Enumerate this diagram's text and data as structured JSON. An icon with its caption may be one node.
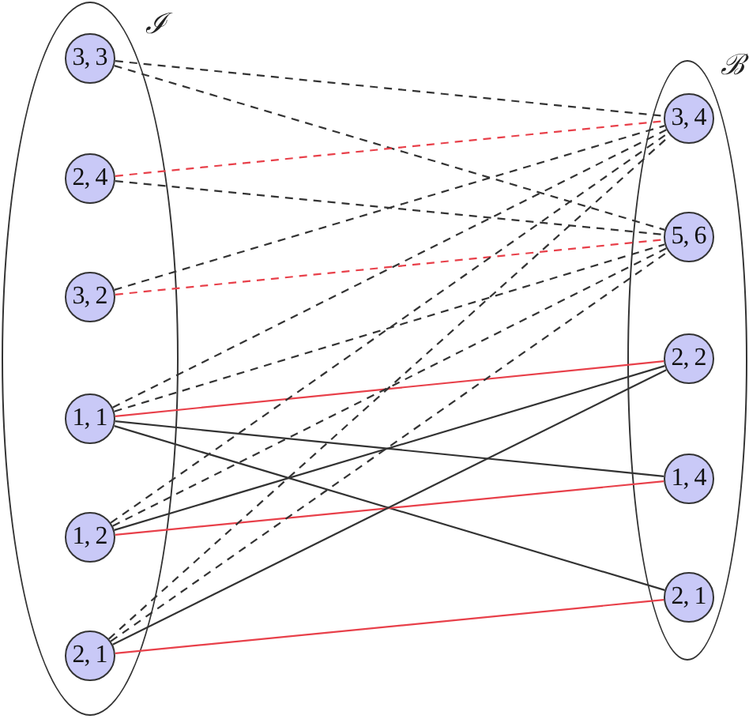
{
  "diagram": {
    "nodes": [
      {
        "text": [
          "ℐ"
        ]
      },
      {
        "text": [
          "3, 3"
        ],
        "in": 0
      },
      {
        "text": [
          "2, 4"
        ],
        "in": 0
      },
      {
        "text": [
          "3, 2"
        ],
        "in": 0
      },
      {
        "text": [
          "1, 1"
        ],
        "in": 0
      },
      {
        "text": [
          "1, 2"
        ],
        "in": 0
      },
      {
        "text": [
          "2, 1"
        ],
        "in": 0
      },
      {
        "text": [
          "ℬ"
        ]
      },
      {
        "text": [
          "3, 4"
        ],
        "in": 7
      },
      {
        "text": [
          "5, 6"
        ],
        "in": 7
      },
      {
        "text": [
          "2, 2"
        ],
        "in": 7
      },
      {
        "text": [
          "1, 4"
        ],
        "in": 7
      },
      {
        "text": [
          "2, 1"
        ],
        "in": 7
      }
    ],
    "edges": [
      {
        "from": 1,
        "to": 8,
        "arrow": "none",
        "style": "dashed"
      },
      {
        "from": 1,
        "to": 9,
        "arrow": "none",
        "style": "dashed"
      },
      {
        "from": 2,
        "to": 8,
        "arrow": "none",
        "style": "dashed",
        "color": "#e8404a"
      },
      {
        "from": 2,
        "to": 9,
        "arrow": "none",
        "style": "dashed"
      },
      {
        "from": 3,
        "to": 8,
        "arrow": "none",
        "style": "dashed"
      },
      {
        "from": 3,
        "to": 9,
        "arrow": "none",
        "style": "dashed",
        "color": "#e8404a"
      },
      {
        "from": 4,
        "to": 8,
        "arrow": "none",
        "style": "dashed"
      },
      {
        "from": 4,
        "to": 9,
        "arrow": "none",
        "style": "dashed"
      },
      {
        "from": 4,
        "to": 10,
        "arrow": "none",
        "color": "#e8404a"
      },
      {
        "from": 4,
        "to": 11,
        "arrow": "none"
      },
      {
        "from": 4,
        "to": 12,
        "arrow": "none"
      },
      {
        "from": 5,
        "to": 8,
        "arrow": "none",
        "style": "dashed"
      },
      {
        "from": 5,
        "to": 9,
        "arrow": "none",
        "style": "dashed"
      },
      {
        "from": 5,
        "to": 10,
        "arrow": "none"
      },
      {
        "from": 5,
        "to": 11,
        "arrow": "none",
        "color": "#e8404a"
      },
      {
        "from": 6,
        "to": 8,
        "arrow": "none",
        "style": "dashed"
      },
      {
        "from": 6,
        "to": 9,
        "arrow": "none",
        "style": "dashed"
      },
      {
        "from": 6,
        "to": 10,
        "arrow": "none"
      },
      {
        "from": 6,
        "to": 12,
        "arrow": "none",
        "color": "#e8404a"
      }
    ]
  }
}
